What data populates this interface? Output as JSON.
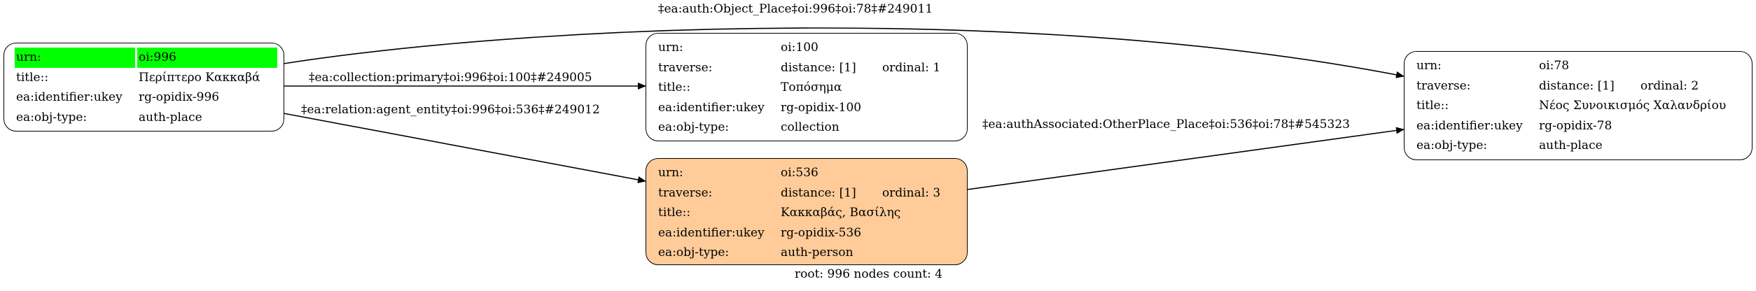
{
  "diagram": {
    "footer": "root: 996 nodes count: 4",
    "colors": {
      "root_highlight": "#00ff00",
      "agent_fill": "#ffcc99",
      "default_fill": "#ffffff",
      "stroke": "#000000"
    },
    "nodes": [
      {
        "id": "oi:996",
        "root": true,
        "rows": [
          {
            "key": "urn:",
            "value": "oi:996",
            "highlight": true
          },
          {
            "key": "title::",
            "value": "Περίπτερο Κακκαβά"
          },
          {
            "key": "ea:identifier:ukey",
            "value": "rg-opidix-996"
          },
          {
            "key": "ea:obj-type:",
            "value": "auth-place"
          }
        ]
      },
      {
        "id": "oi:100",
        "rows": [
          {
            "key": "urn:",
            "value": "oi:100"
          },
          {
            "key": "traverse:",
            "value": "distance: [1]",
            "extra": "ordinal: 1"
          },
          {
            "key": "title::",
            "value": "Τοπόσημα"
          },
          {
            "key": "ea:identifier:ukey",
            "value": "rg-opidix-100"
          },
          {
            "key": "ea:obj-type:",
            "value": "collection"
          }
        ]
      },
      {
        "id": "oi:536",
        "rows": [
          {
            "key": "urn:",
            "value": "oi:536"
          },
          {
            "key": "traverse:",
            "value": "distance: [1]",
            "extra": "ordinal: 3"
          },
          {
            "key": "title::",
            "value": "Κακκαβάς, Βασίλης"
          },
          {
            "key": "ea:identifier:ukey",
            "value": "rg-opidix-536"
          },
          {
            "key": "ea:obj-type:",
            "value": "auth-person"
          }
        ]
      },
      {
        "id": "oi:78",
        "rows": [
          {
            "key": "urn:",
            "value": "oi:78"
          },
          {
            "key": "traverse:",
            "value": "distance: [1]",
            "extra": "ordinal: 2"
          },
          {
            "key": "title::",
            "value": "Νέος Συνοικισμός Χαλανδρίου"
          },
          {
            "key": "ea:identifier:ukey",
            "value": "rg-opidix-78"
          },
          {
            "key": "ea:obj-type:",
            "value": "auth-place"
          }
        ]
      }
    ],
    "edges": [
      {
        "from": "oi:996",
        "to": "oi:78",
        "label": "‡ea:auth:Object_Place‡oi:996‡oi:78‡#249011"
      },
      {
        "from": "oi:996",
        "to": "oi:100",
        "label": "‡ea:collection:primary‡oi:996‡oi:100‡#249005"
      },
      {
        "from": "oi:996",
        "to": "oi:536",
        "label": "‡ea:relation:agent_entity‡oi:996‡oi:536‡#249012"
      },
      {
        "from": "oi:536",
        "to": "oi:78",
        "label": "‡ea:authAssociated:OtherPlace_Place‡oi:536‡oi:78‡#545323"
      }
    ]
  }
}
